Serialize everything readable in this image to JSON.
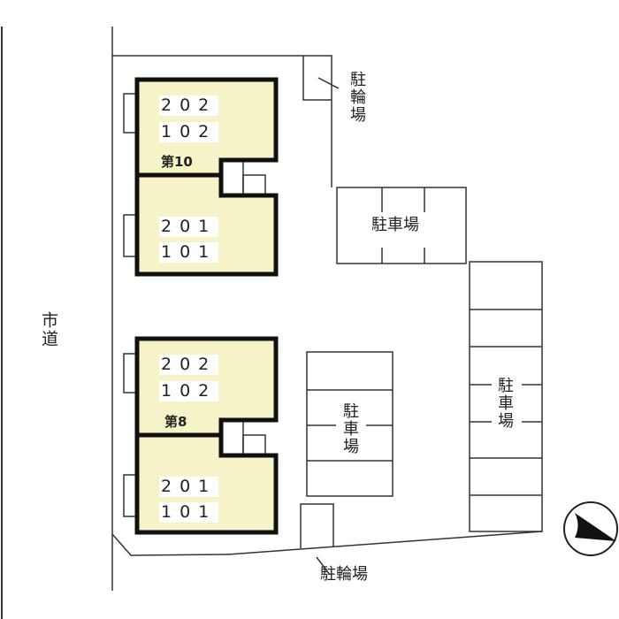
{
  "road_label": "市道",
  "buildings": [
    {
      "name": "第10",
      "units_upper": "202",
      "units_upper2": "102",
      "units_lower": "201",
      "units_lower2": "101"
    },
    {
      "name": "第8",
      "units_upper": "202",
      "units_upper2": "102",
      "units_lower": "201",
      "units_lower2": "101"
    }
  ],
  "parking_label": "駐車場",
  "bicycle_parking_label": "駐輪場",
  "colors": {
    "building_fill": "#f6f3c9",
    "line": "#222222"
  }
}
